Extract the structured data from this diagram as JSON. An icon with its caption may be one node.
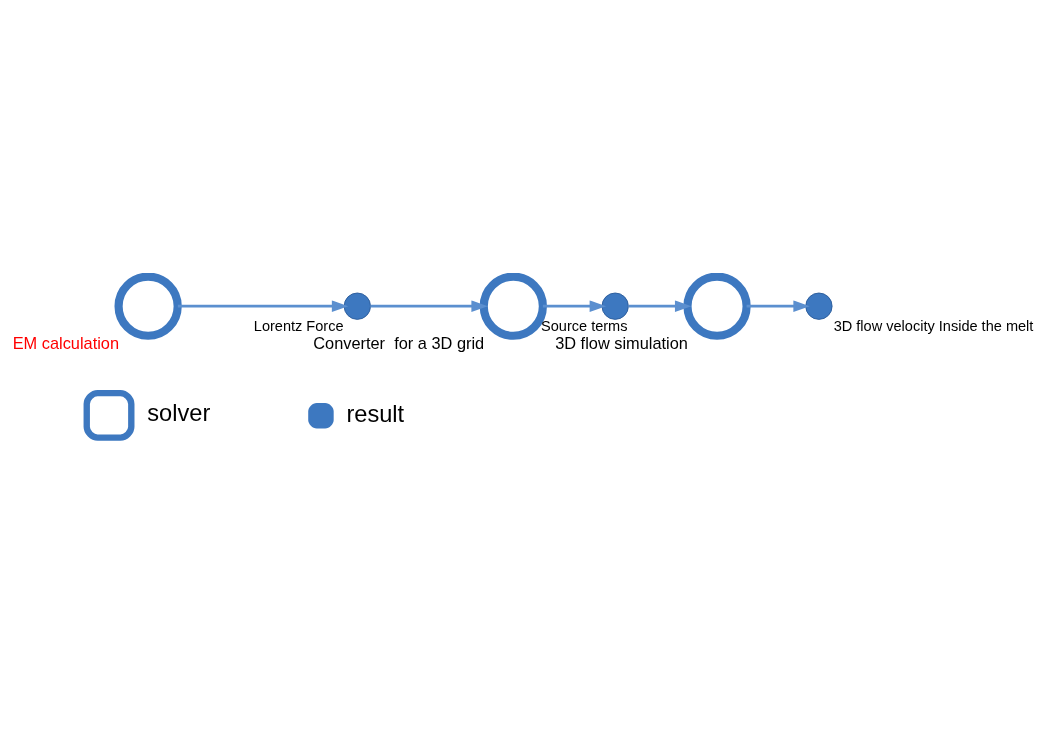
{
  "diagram": {
    "nodes": [
      {
        "text": [],
        "shape": "ring",
        "beside": [
          "EM calculation"
        ]
      },
      {
        "text": [],
        "shape": "circle",
        "beside": [
          "Lorentz Force"
        ]
      },
      {
        "text": [],
        "shape": "ring",
        "beside": [
          "Converter  for a 3D grid"
        ]
      },
      {
        "text": [],
        "shape": "circle",
        "beside": [
          "Source terms"
        ]
      },
      {
        "text": [],
        "shape": "ring",
        "beside": [
          "3D flow simulation"
        ]
      },
      {
        "text": [],
        "shape": "circle",
        "beside": [
          "3D flow velocity Inside the melt"
        ]
      }
    ],
    "edges": [
      {
        "from": 0,
        "to": 1,
        "arrow": "to"
      },
      {
        "from": 1,
        "to": 2,
        "arrow": "to"
      },
      {
        "from": 2,
        "to": 3,
        "arrow": "to"
      },
      {
        "from": 3,
        "to": 4,
        "arrow": "to"
      },
      {
        "from": 4,
        "to": 5,
        "arrow": "to"
      }
    ],
    "legend": [
      {
        "text": "solver"
      },
      {
        "text": "result"
      }
    ]
  }
}
